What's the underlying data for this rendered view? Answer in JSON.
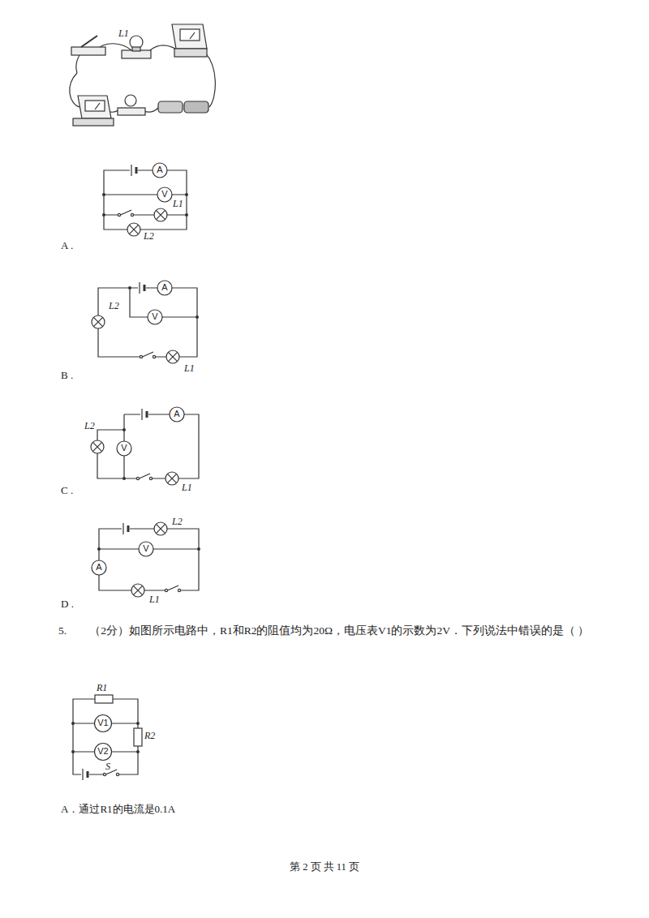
{
  "diagram": {
    "labels": [
      "L1",
      "A",
      "V",
      "L1",
      "L2",
      "A .",
      "A",
      "V",
      "L2",
      "L1",
      "B .",
      "L2",
      "V",
      "A",
      "L1",
      "C .",
      "L2",
      "V",
      "A",
      "L1",
      "D .",
      "5.　　（2分）如图所示电路中，R1和R2的阻值均为20Ω，电压表V1的示数为2V．下列说法中错误的是（ ）",
      "R1",
      "V1",
      "R2",
      "V2",
      "S",
      "A．通过R1的电流是0.1A",
      "第 2 页 共 11 页"
    ]
  }
}
